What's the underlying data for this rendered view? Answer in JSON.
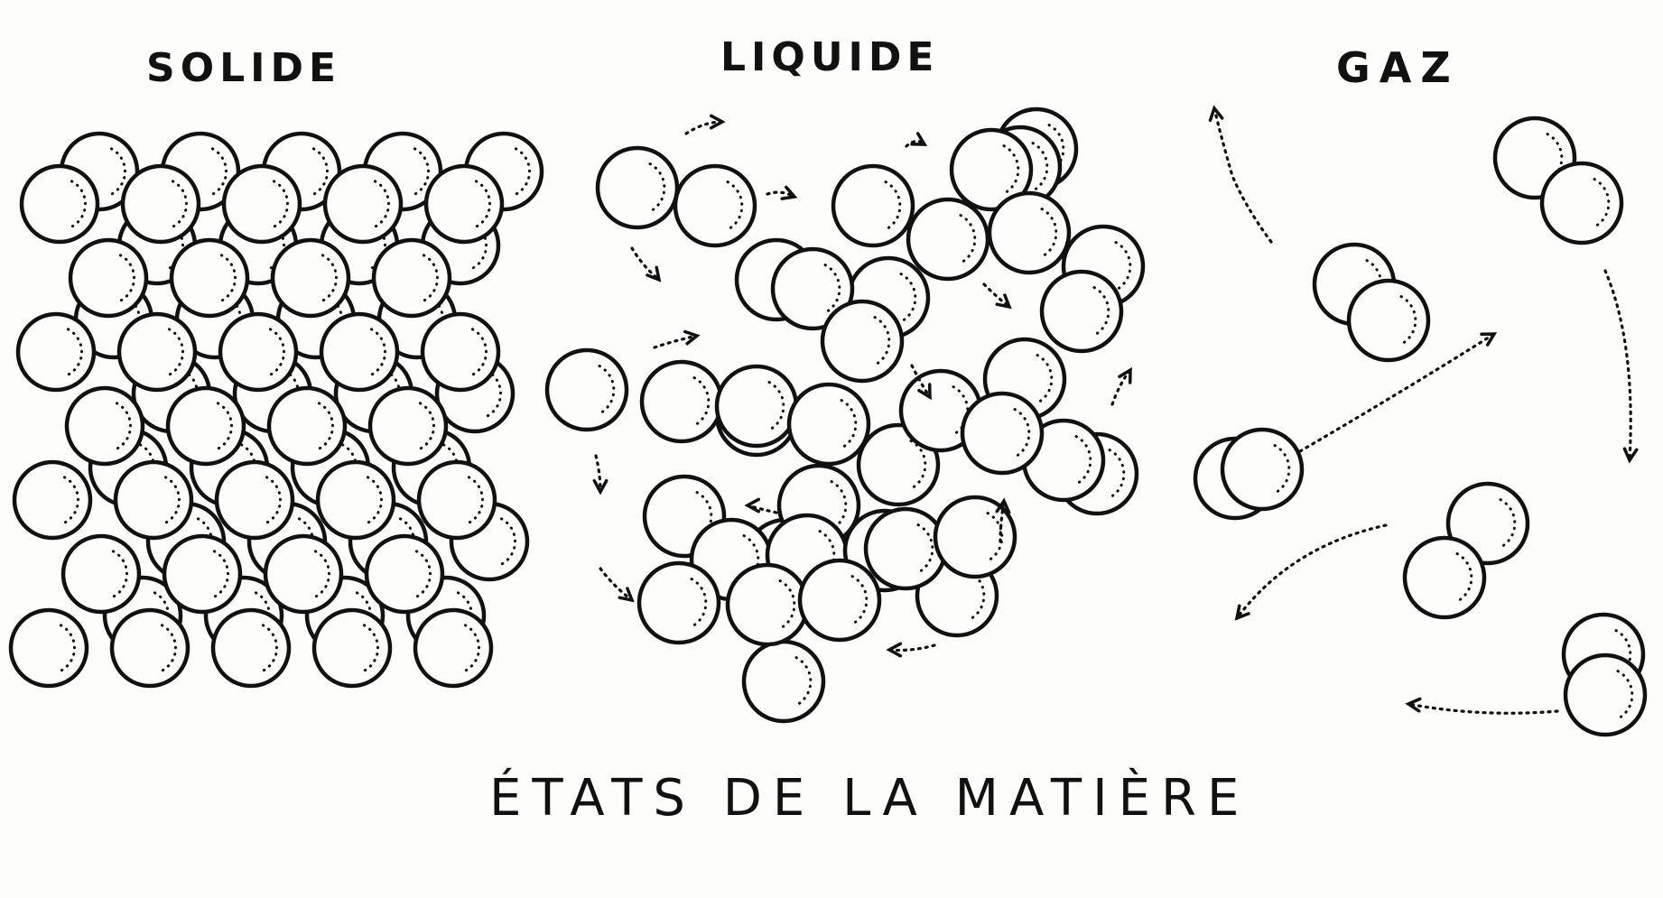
{
  "figure": {
    "caption": "ÉTATS DE LA MATIÈRE",
    "ink_color": "#111111",
    "paper_color": "#fdfdfc"
  },
  "states": [
    {
      "id": "solid",
      "label": "SOLIDE"
    },
    {
      "id": "liquid",
      "label": "LIQUIDE"
    },
    {
      "id": "gas",
      "label": "GAZ"
    }
  ]
}
